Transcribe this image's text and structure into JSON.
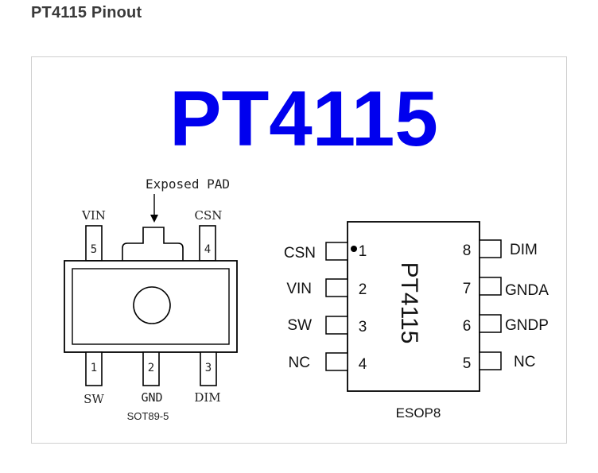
{
  "page": {
    "heading": "PT4115 Pinout"
  },
  "figure": {
    "main_title": "PT4115",
    "sot89": {
      "pad_label": "Exposed PAD",
      "package_label": "SOT89-5",
      "top_pins": [
        {
          "number": "5",
          "name": "VIN"
        },
        {
          "number": "4",
          "name": "CSN"
        }
      ],
      "bottom_pins": [
        {
          "number": "1",
          "name": "SW"
        },
        {
          "number": "2",
          "name": "GND"
        },
        {
          "number": "3",
          "name": "DIM"
        }
      ]
    },
    "esop8": {
      "chip_label": "PT4115",
      "package_label": "ESOP8",
      "left_pins": [
        {
          "number": "1",
          "name": "CSN"
        },
        {
          "number": "2",
          "name": "VIN"
        },
        {
          "number": "3",
          "name": "SW"
        },
        {
          "number": "4",
          "name": "NC"
        }
      ],
      "right_pins": [
        {
          "number": "8",
          "name": "DIM"
        },
        {
          "number": "7",
          "name": "GNDA"
        },
        {
          "number": "6",
          "name": "GNDP"
        },
        {
          "number": "5",
          "name": "NC"
        }
      ]
    },
    "colors": {
      "title": "#0000ee",
      "line": "#000000"
    }
  }
}
